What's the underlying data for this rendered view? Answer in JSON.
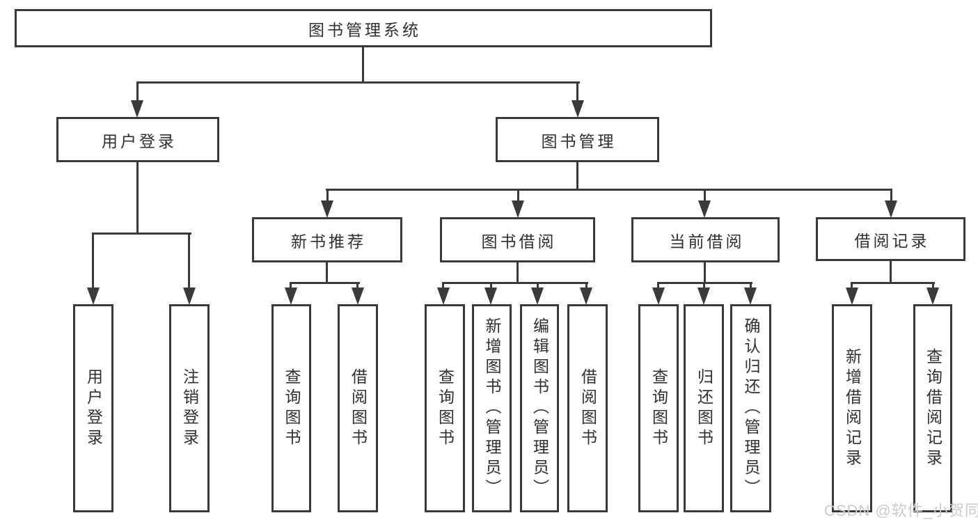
{
  "nodes": {
    "root": "图书管理系统",
    "user_login": "用户登录",
    "book_management": "图书管理",
    "new_book_recommend": "新书推荐",
    "book_borrowing": "图书借阅",
    "current_borrowing": "当前借阅",
    "borrowing_records": "借阅记录"
  },
  "leaves": {
    "user_login": [
      "用户登录",
      "注销登录"
    ],
    "new_book_recommend": [
      "查询图书",
      "借阅图书"
    ],
    "book_borrowing": [
      "查询图书",
      "新增图书（管理员）",
      "编辑图书（管理员）",
      "借阅图书"
    ],
    "current_borrowing": [
      "查询图书",
      "归还图书",
      "确认归还（管理员）"
    ],
    "borrowing_records": [
      "新增借阅记录",
      "查询借阅记录"
    ]
  },
  "watermark": "CSDN @软件_小贺同学",
  "colors": {
    "line": "#3a3a3a",
    "text": "#303030",
    "background": "#ffffff",
    "watermark": "#cbcbcb"
  }
}
